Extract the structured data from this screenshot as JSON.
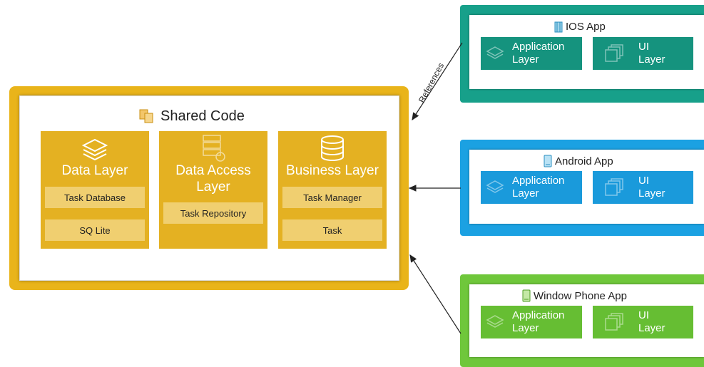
{
  "shared": {
    "title": "Shared Code",
    "columns": [
      {
        "title": "Data Layer",
        "items": [
          "Task Database",
          "SQ Lite"
        ]
      },
      {
        "title": "Data Access Layer",
        "items": [
          "Task Repository"
        ]
      },
      {
        "title": "Business Layer",
        "items": [
          "Task Manager",
          "Task"
        ]
      }
    ]
  },
  "platforms": [
    {
      "title": "IOS App",
      "color": "#17a08a",
      "layer_color": "#15937e",
      "layers": [
        {
          "line1": "Application",
          "line2": "Layer"
        },
        {
          "line1": "UI",
          "line2": "Layer"
        }
      ]
    },
    {
      "title": "Android App",
      "color": "#1ba1e2",
      "layer_color": "#1a9adb",
      "layers": [
        {
          "line1": "Application",
          "line2": "Layer"
        },
        {
          "line1": "UI",
          "line2": "Layer"
        }
      ]
    },
    {
      "title": "Window Phone App",
      "color": "#6fc73b",
      "layer_color": "#66be33",
      "layers": [
        {
          "line1": "Application",
          "line2": "Layer"
        },
        {
          "line1": "UI",
          "line2": "Layer"
        }
      ]
    }
  ],
  "arrow_label": "References",
  "colors": {
    "shared": "#e9b41a",
    "column": "#e4b122",
    "chip": "#f0cf70"
  }
}
